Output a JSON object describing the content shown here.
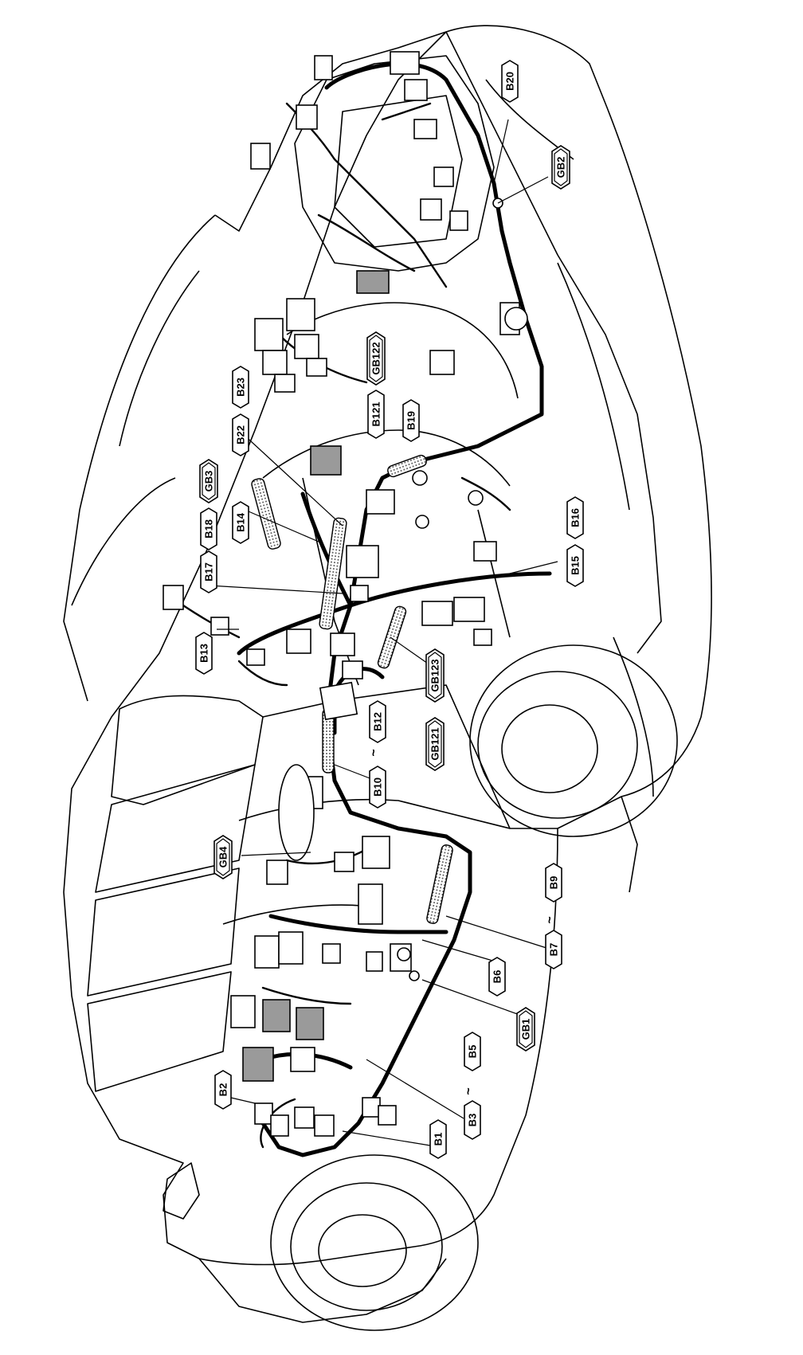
{
  "labels": {
    "B1": "B1",
    "B2": "B2",
    "B3": "B3",
    "B5": "B5",
    "B6": "B6",
    "B7": "B7",
    "B9": "B9",
    "B10": "B10",
    "B12": "B12",
    "B13": "B13",
    "B14": "B14",
    "B15": "B15",
    "B16": "B16",
    "B17": "B17",
    "B18": "B18",
    "B19": "B19",
    "B20": "B20",
    "B22": "B22",
    "B23": "B23",
    "B121": "B121",
    "GB1": "GB1",
    "GB2": "GB2",
    "GB3": "GB3",
    "GB4": "GB4",
    "GB121": "GB121",
    "GB122": "GB122",
    "GB123": "GB123",
    "tilde": "~"
  },
  "colors": {
    "line": "#000000",
    "fill": "#ffffff",
    "shade": "#9a9a9a"
  }
}
